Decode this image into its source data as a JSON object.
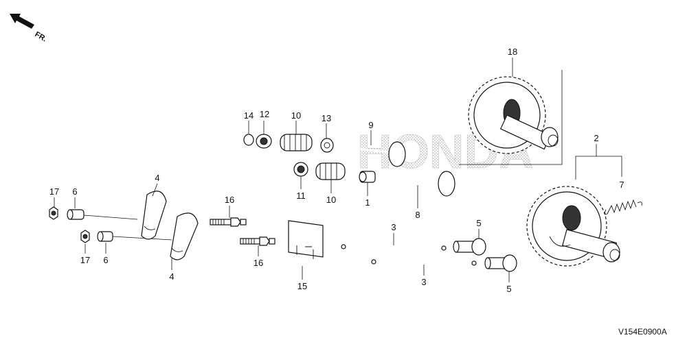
{
  "direction": {
    "label": "FR."
  },
  "diagram_code": "V154E0900A",
  "callouts": [
    {
      "id": "c18",
      "text": "18"
    },
    {
      "id": "c14",
      "text": "14"
    },
    {
      "id": "c12",
      "text": "12"
    },
    {
      "id": "c10a",
      "text": "10"
    },
    {
      "id": "c13",
      "text": "13"
    },
    {
      "id": "c9",
      "text": "9"
    },
    {
      "id": "c2",
      "text": "2"
    },
    {
      "id": "c11",
      "text": "11"
    },
    {
      "id": "c10b",
      "text": "10"
    },
    {
      "id": "c1",
      "text": "1"
    },
    {
      "id": "c8",
      "text": "8"
    },
    {
      "id": "c7",
      "text": "7"
    },
    {
      "id": "c4a",
      "text": "4"
    },
    {
      "id": "c17a",
      "text": "17"
    },
    {
      "id": "c6a",
      "text": "6"
    },
    {
      "id": "c16a",
      "text": "16"
    },
    {
      "id": "c3a",
      "text": "3"
    },
    {
      "id": "c5a",
      "text": "5"
    },
    {
      "id": "c17b",
      "text": "17"
    },
    {
      "id": "c6b",
      "text": "6"
    },
    {
      "id": "c16b",
      "text": "16"
    },
    {
      "id": "c4b",
      "text": "4"
    },
    {
      "id": "c15",
      "text": "15"
    },
    {
      "id": "c3b",
      "text": "3"
    },
    {
      "id": "c5b",
      "text": "5"
    }
  ],
  "watermark": "HONDA"
}
